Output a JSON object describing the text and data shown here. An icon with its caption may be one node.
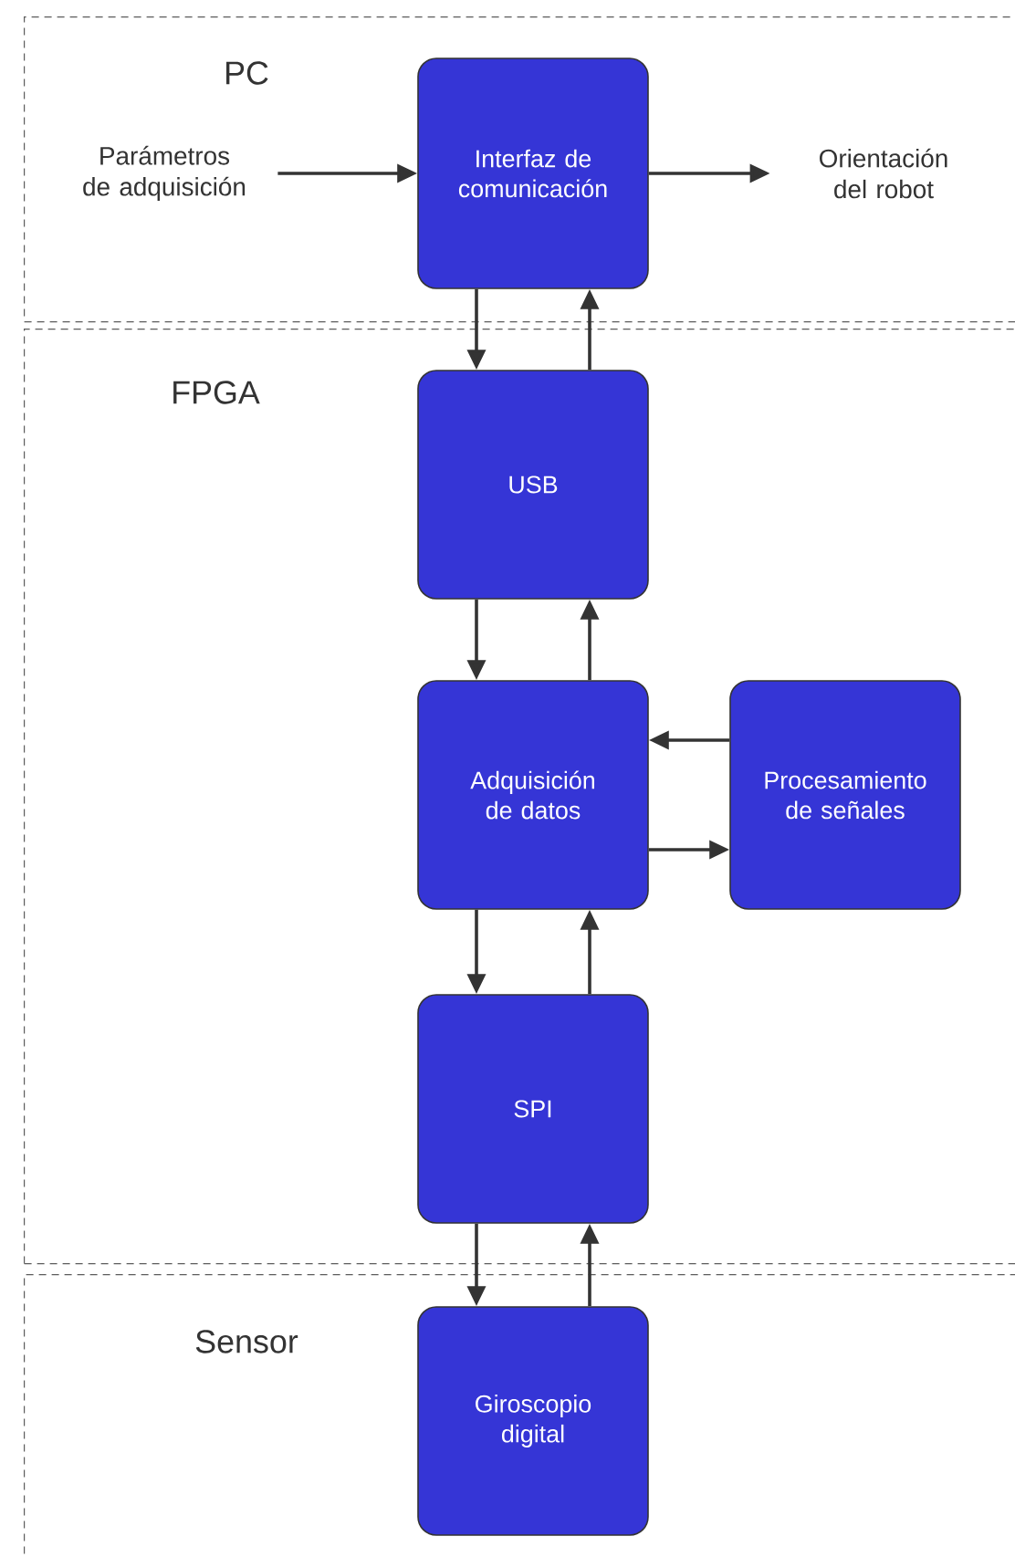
{
  "diagram": {
    "nodes": [
      {
        "text": [
          "PC"
        ]
      },
      {
        "text": [
          "Parámetros de adquisición"
        ],
        "in": 0
      },
      {
        "text": [
          "Interfaz de comunicación"
        ],
        "in": 0
      },
      {
        "text": [
          "Orientación del robot"
        ],
        "in": 0
      },
      {
        "text": [
          "FPGA"
        ]
      },
      {
        "text": [
          "USB"
        ],
        "in": 4
      },
      {
        "text": [
          "Adquisición de datos"
        ],
        "in": 4
      },
      {
        "text": [
          "Procesamiento de señales"
        ],
        "in": 4
      },
      {
        "text": [
          "SPI"
        ],
        "in": 4
      },
      {
        "text": [
          "Sensor"
        ]
      },
      {
        "text": [
          "Giroscopio digital"
        ],
        "in": 9
      }
    ],
    "edges": [
      {
        "from": 1,
        "to": 2,
        "arrow": "to"
      },
      {
        "from": 2,
        "to": 3,
        "arrow": "to"
      },
      {
        "from": 2,
        "to": 5,
        "arrow": "to"
      },
      {
        "from": 5,
        "to": 2,
        "arrow": "to"
      },
      {
        "from": 5,
        "to": 6,
        "arrow": "to"
      },
      {
        "from": 6,
        "to": 5,
        "arrow": "to"
      },
      {
        "from": 7,
        "to": 6,
        "arrow": "to"
      },
      {
        "from": 6,
        "to": 7,
        "arrow": "to"
      },
      {
        "from": 6,
        "to": 8,
        "arrow": "to"
      },
      {
        "from": 8,
        "to": 6,
        "arrow": "to"
      },
      {
        "from": 8,
        "to": 10,
        "arrow": "to"
      },
      {
        "from": 10,
        "to": 8,
        "arrow": "to"
      }
    ]
  }
}
